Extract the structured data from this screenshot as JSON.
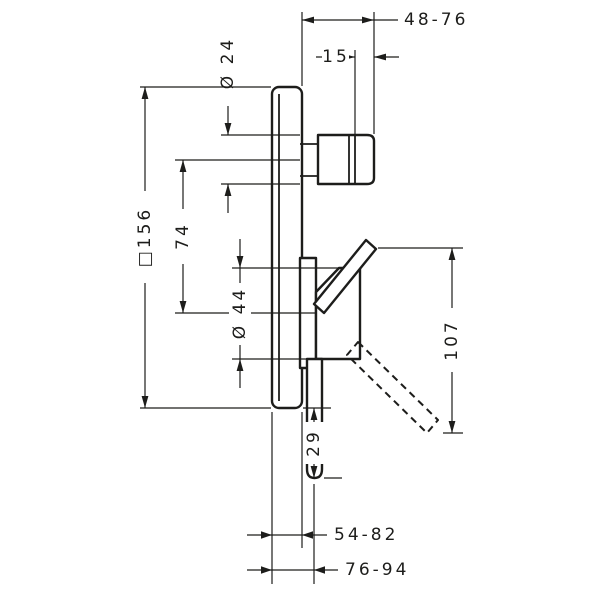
{
  "drawing": {
    "dimensions": {
      "projection_range": "48-76",
      "end_cap_length": "15",
      "spout_diameter": "Ø 24",
      "plate_size": "□156",
      "spout_to_handle_distance": "74",
      "body_diameter": "Ø 44",
      "lever_swing_height": "107",
      "handle_pin_length": "29",
      "install_depth_plate": "54-82",
      "install_depth_handle": "76-94"
    },
    "colors": {
      "line": "#1d1d1b",
      "background": "#ffffff"
    }
  }
}
